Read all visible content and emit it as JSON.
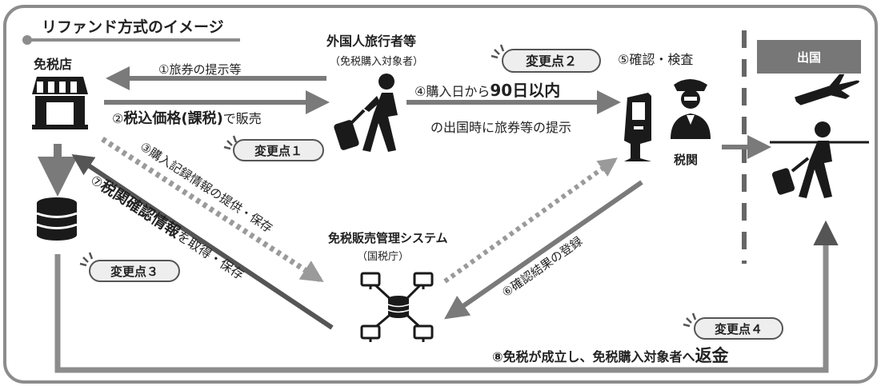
{
  "title": "リファンド方式のイメージ",
  "nodes": {
    "shop": {
      "label": "免税店",
      "icon": "shop-icon"
    },
    "traveler": {
      "label": "外国人旅行者等",
      "sublabel": "（免税購入対象者）",
      "icon": "walking-traveler-icon"
    },
    "customs": {
      "label": "税関",
      "icon": "customs-officer-icon",
      "kiosk_icon": "kiosk-terminal-icon"
    },
    "system": {
      "label": "免税販売管理システム",
      "sublabel": "（国税庁）",
      "icon": "network-server-icon"
    },
    "database": {
      "icon": "database-icon"
    },
    "departure": {
      "label": "出国",
      "icon": "airplane-departure-icon"
    }
  },
  "steps": {
    "s1": "①旅券の提示等",
    "s2_prefix": "②",
    "s2_bold": "税込価格(課税)",
    "s2_suffix": "で販売",
    "s3": "③購入記録情報の提供・保存",
    "s4_line1_prefix": "④購入日から",
    "s4_line1_bold": "90日以内",
    "s4_line2": "の出国時に旅券等の提示",
    "s5": "⑤確認・検査",
    "s6": "⑥確認結果の登録",
    "s7_prefix": "⑦",
    "s7_bold": "税関確認情報",
    "s7_suffix": "を取得・保存",
    "s8_prefix": "⑧免税が成立し、免税購入対象者へ",
    "s8_bold": "返金"
  },
  "change_points": {
    "cp1": "変更点１",
    "cp2": "変更点２",
    "cp3": "変更点３",
    "cp4": "変更点４"
  },
  "colors": {
    "arrow": "#7a7a7a",
    "dotted": "#9a9a9a",
    "dark": "#1a1a1a",
    "badge_fill": "#eeeeee",
    "exit_box": "#777777",
    "frame": "#8c8c8c"
  }
}
